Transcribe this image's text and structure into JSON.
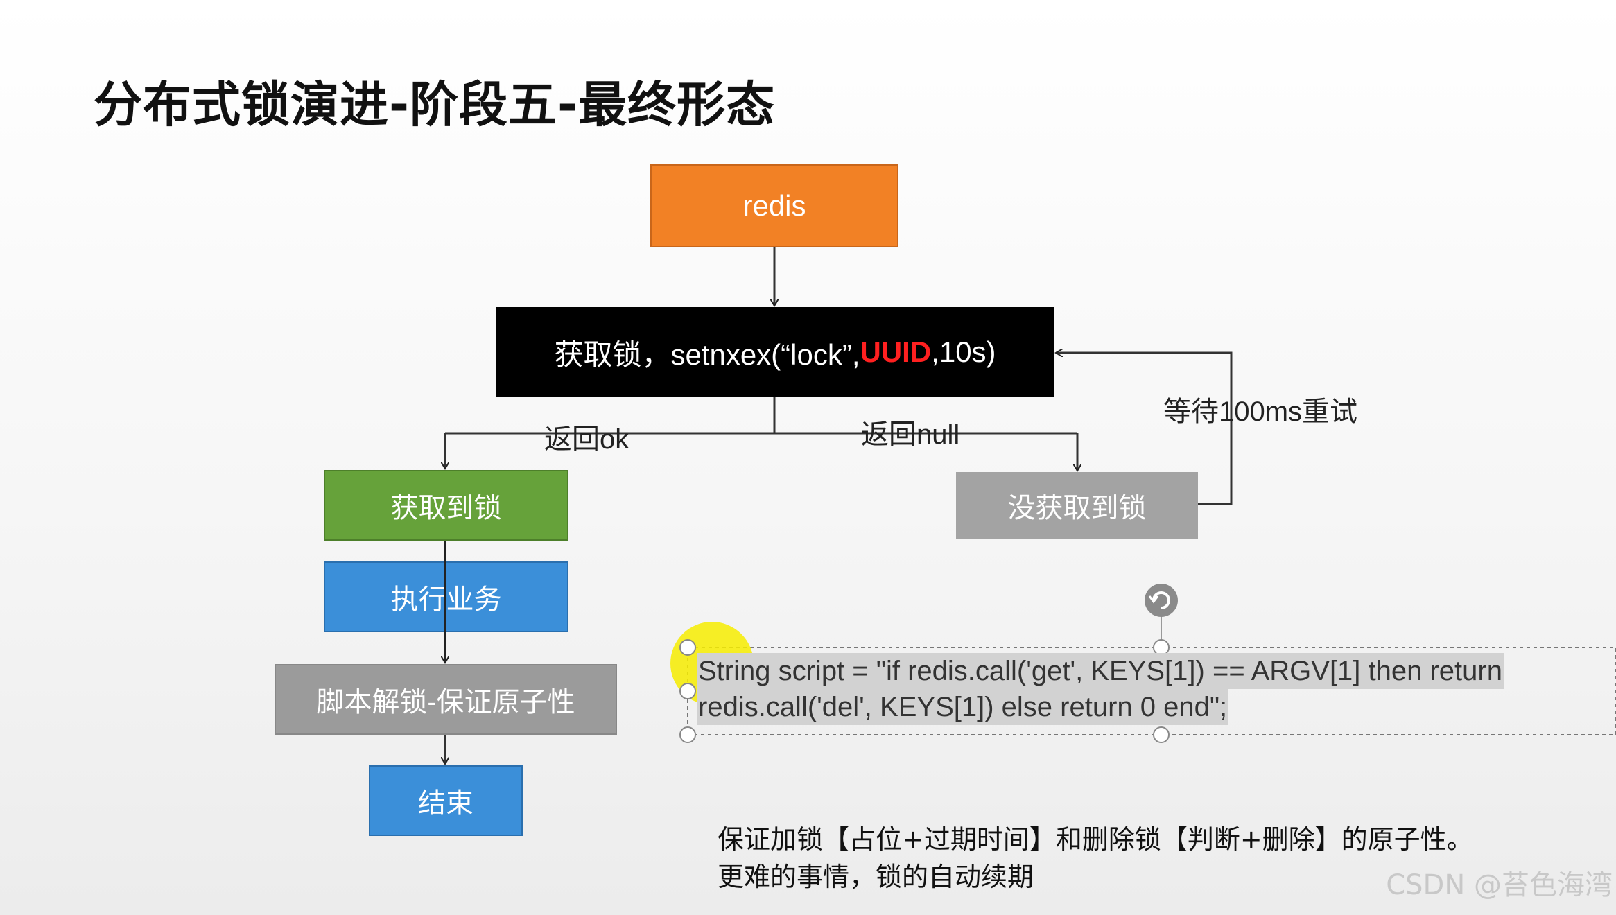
{
  "title": "分布式锁演进-阶段五-最终形态",
  "nodes": {
    "redis": "redis",
    "acquire_prefix": "获取锁，setnxex(“lock”,",
    "acquire_uuid": "UUID",
    "acquire_suffix": ",10s)",
    "got_lock": "获取到锁",
    "business": "执行业务",
    "script_unlock": "脚本解锁-保证原子性",
    "end": "结束",
    "not_got_lock": "没获取到锁"
  },
  "edge_labels": {
    "return_ok": "返回ok",
    "return_null": "返回null",
    "retry": "等待100ms重试"
  },
  "code": {
    "line1": "String script = \"if redis.call('get', KEYS[1]) == ARGV[1] then return",
    "line2": "redis.call('del', KEYS[1]) else return 0 end\";"
  },
  "note": {
    "line1": "保证加锁【占位+过期时间】和删除锁【判断+删除】的原子性。",
    "line2": "更难的事情，锁的自动续期"
  },
  "watermark": "CSDN @苔色海湾",
  "colors": {
    "redis": "#f28125",
    "acquire": "#000000",
    "uuid": "#ff2020",
    "got_lock": "#66a23a",
    "business": "#3b8fd9",
    "unlock": "#9b9b9b",
    "end": "#3b8fd9",
    "not_got_lock": "#a3a3a3"
  }
}
